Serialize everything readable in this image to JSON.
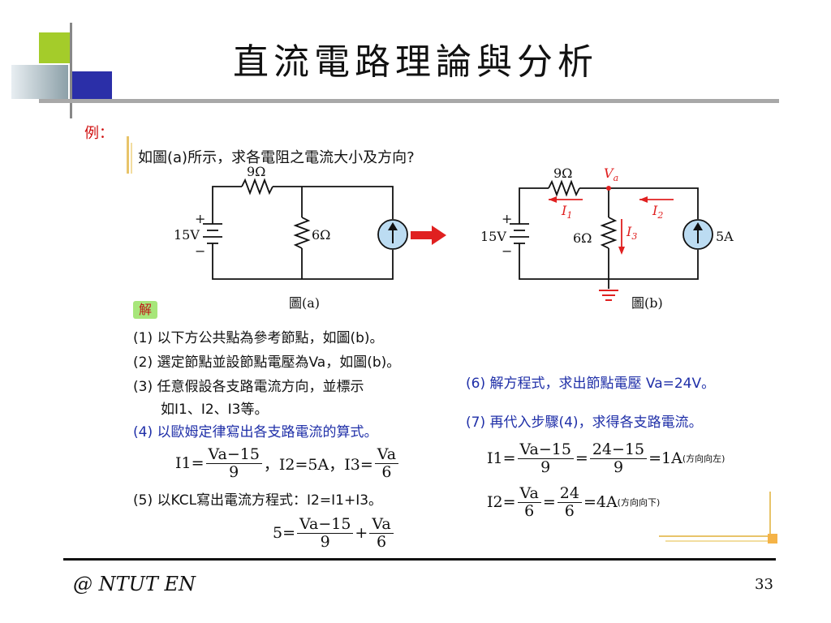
{
  "slide": {
    "title": "直流電路理論與分析",
    "example_label": "例：",
    "question": "如圖(a)所示，求各電阻之電流大小及方向?",
    "footer": "@ NTUT EN",
    "page_number": "33"
  },
  "circuit_a": {
    "caption": "圖(a)",
    "r_top": "9Ω",
    "r_mid": "6Ω",
    "source_v": "15V",
    "plus": "+",
    "minus": "−"
  },
  "circuit_b": {
    "caption": "圖(b)",
    "r_top": "9Ω",
    "r_mid": "6Ω",
    "source_v": "15V",
    "source_i": "5A",
    "node_label": "V",
    "node_sub": "a",
    "i1": "I",
    "i1_sub": "1",
    "i2": "I",
    "i2_sub": "2",
    "i3": "I",
    "i3_sub": "3",
    "plus": "+",
    "minus": "−"
  },
  "solution": {
    "badge": "解",
    "step1": "(1) 以下方公共點為參考節點，如圖(b)。",
    "step2": "(2) 選定節點並設節點電壓為Va，如圖(b)。",
    "step3a": "(3) 任意假設各支路電流方向，並標示",
    "step3b": "如I1、I2、I3等。",
    "step4": "(4) 以歐姆定律寫出各支路電流的算式。",
    "step5": "(5) 以KCL寫出電流方程式：I2=I1+I3。",
    "step6": "(6) 解方程式，求出節點電壓 Va=24V。",
    "step7": "(7) 再代入步驟(4)，求得各支路電流。"
  },
  "equations": {
    "eq4": {
      "i1_lhs": "I1=",
      "i1_num": "Va−15",
      "i1_den": "9",
      "i2": "，I2=5A，I3=",
      "i3_num": "Va",
      "i3_den": "6"
    },
    "eq5": {
      "lhs": "5=",
      "t1_num": "Va−15",
      "t1_den": "9",
      "plus": "+",
      "t2_num": "Va",
      "t2_den": "6"
    },
    "res1": {
      "lhs": "I1=",
      "n1": "Va−15",
      "d1": "9",
      "mid": "=",
      "n2": "24−15",
      "d2": "9",
      "rhs": "=1A",
      "note": "(方向向左)"
    },
    "res2": {
      "lhs": "I2=",
      "n1": "Va",
      "d1": "6",
      "mid": "=",
      "n2": "24",
      "d2": "6",
      "rhs": "=4A",
      "note": "(方向向下)"
    }
  },
  "colors": {
    "accent_green": "#9acd32",
    "accent_blue": "#2b2fa8",
    "red": "#d01010",
    "text_blue": "#1f2fa8"
  }
}
